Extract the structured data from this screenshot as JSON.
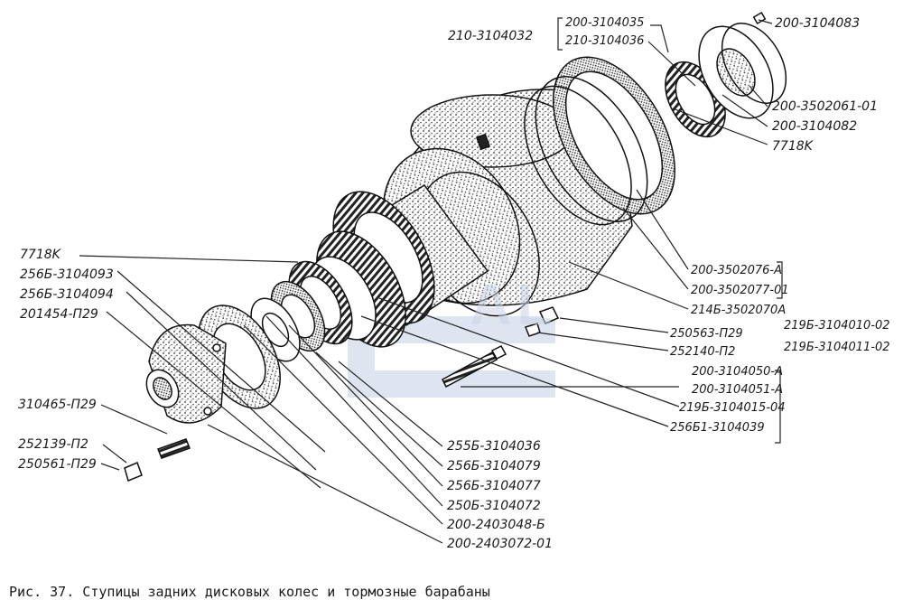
{
  "caption": "Рис. 37. Ступицы задних дисковых колес и тормозные барабаны",
  "watermark": "AL",
  "labels": {
    "l_210_3104032": "210-3104032",
    "l_200_3104035": "200-3104035",
    "l_210_3104036": "210-3104036",
    "l_200_3104083": "200-3104083",
    "l_200_3502061_01": "200-3502061-01",
    "l_200_3104082": "200-3104082",
    "l_7718K_top": "7718K",
    "l_7718K_left": "7718K",
    "l_256B_3104093": "256Б-3104093",
    "l_256B_3104094": "256Б-3104094",
    "l_201454_P29": "201454-П29",
    "l_200_3502076A": "200-3502076-А",
    "l_200_3502077_01": "200-3502077-01",
    "l_214B_3502070A": "214Б-3502070А",
    "l_219B_3104010_02": "219Б-3104010-02",
    "l_219B_3104011_02": "219Б-3104011-02",
    "l_250563_P29": "250563-П29",
    "l_252140_P2": "252140-П2",
    "l_200_3104050A": "200-3104050-А",
    "l_200_3104051A": "200-3104051-А",
    "l_219B_3104015_04": "219Б-3104015-04",
    "l_256B1_3104039": "256Б1-3104039",
    "l_310465_P29": "310465-П29",
    "l_252139_P2": "252139-П2",
    "l_250561_P29": "250561-П29",
    "l_255B_3104036": "255Б-3104036",
    "l_256B_3104079": "256Б-3104079",
    "l_256B_3104077": "256Б-3104077",
    "l_250B_3104072": "250Б-3104072",
    "l_200_2403048B": "200-2403048-Б",
    "l_200_2403072_01": "200-2403072-01"
  }
}
